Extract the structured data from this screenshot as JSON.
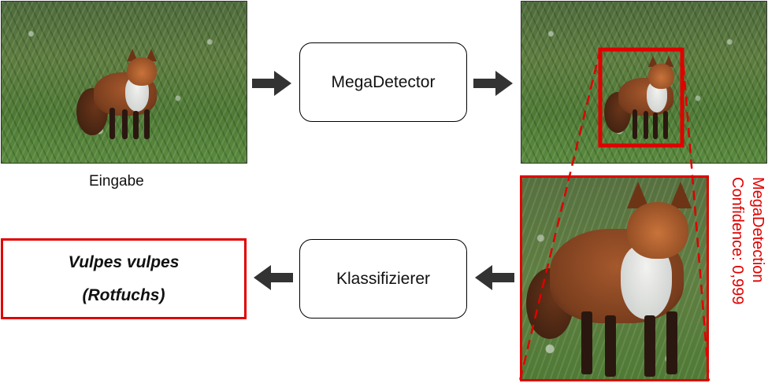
{
  "diagram": {
    "input_caption": "Eingabe",
    "detector_label": "MegaDetector",
    "classifier_label": "Klassifizierer",
    "result": {
      "line1": "Vulpes vulpes",
      "line2": "(Rotfuchs)"
    },
    "detection_label": {
      "line1": "MegaDetection",
      "line2": "Confidence: 0,999"
    }
  },
  "colors": {
    "accent_red": "#e00000",
    "arrow": "#333333",
    "box_border": "#000000"
  }
}
